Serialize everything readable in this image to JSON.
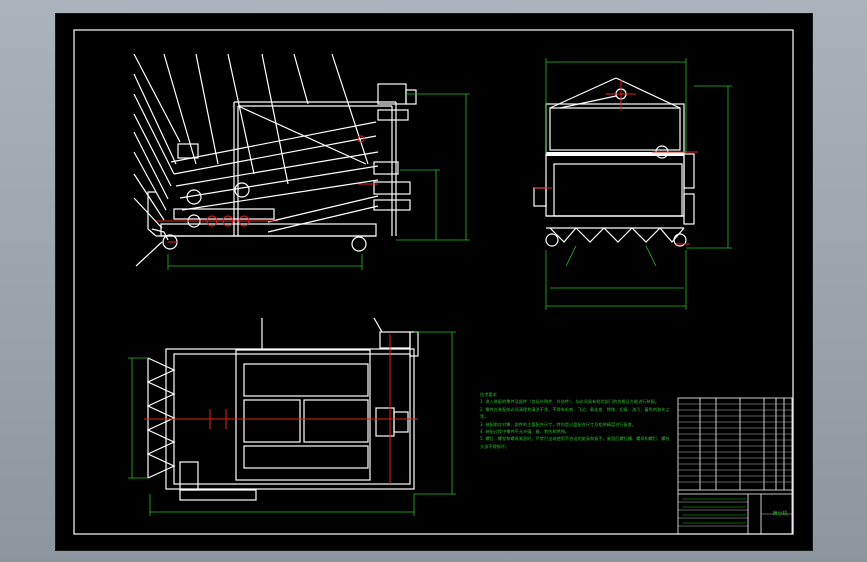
{
  "drawing": {
    "tech_requirements": {
      "heading": "技术要求",
      "items": [
        "1. 进入装配的零件及部件（包括外购件、外协件），均必须具有检验部门的合格证方能进行装配。",
        "2. 零件在装配前必须清理和清洗干净，不得有毛刺、飞边、氧化皮、锈蚀、切屑、油污、着色剂和灰尘等。",
        "3. 装配前应对零、部件的主要配合尺寸，特别是过盈配合尺寸及相关精度进行复查。",
        "4. 装配过程中零件不允许磕、碰、划伤和锈蚀。",
        "5. 螺钉、螺栓和螺母紧固时，严禁打击或使用不合适的旋具和扳手。紧固后螺钉槽、螺母和螺钉、螺栓头部不得损坏。"
      ]
    },
    "title_block": {
      "title": "筛分机"
    }
  }
}
